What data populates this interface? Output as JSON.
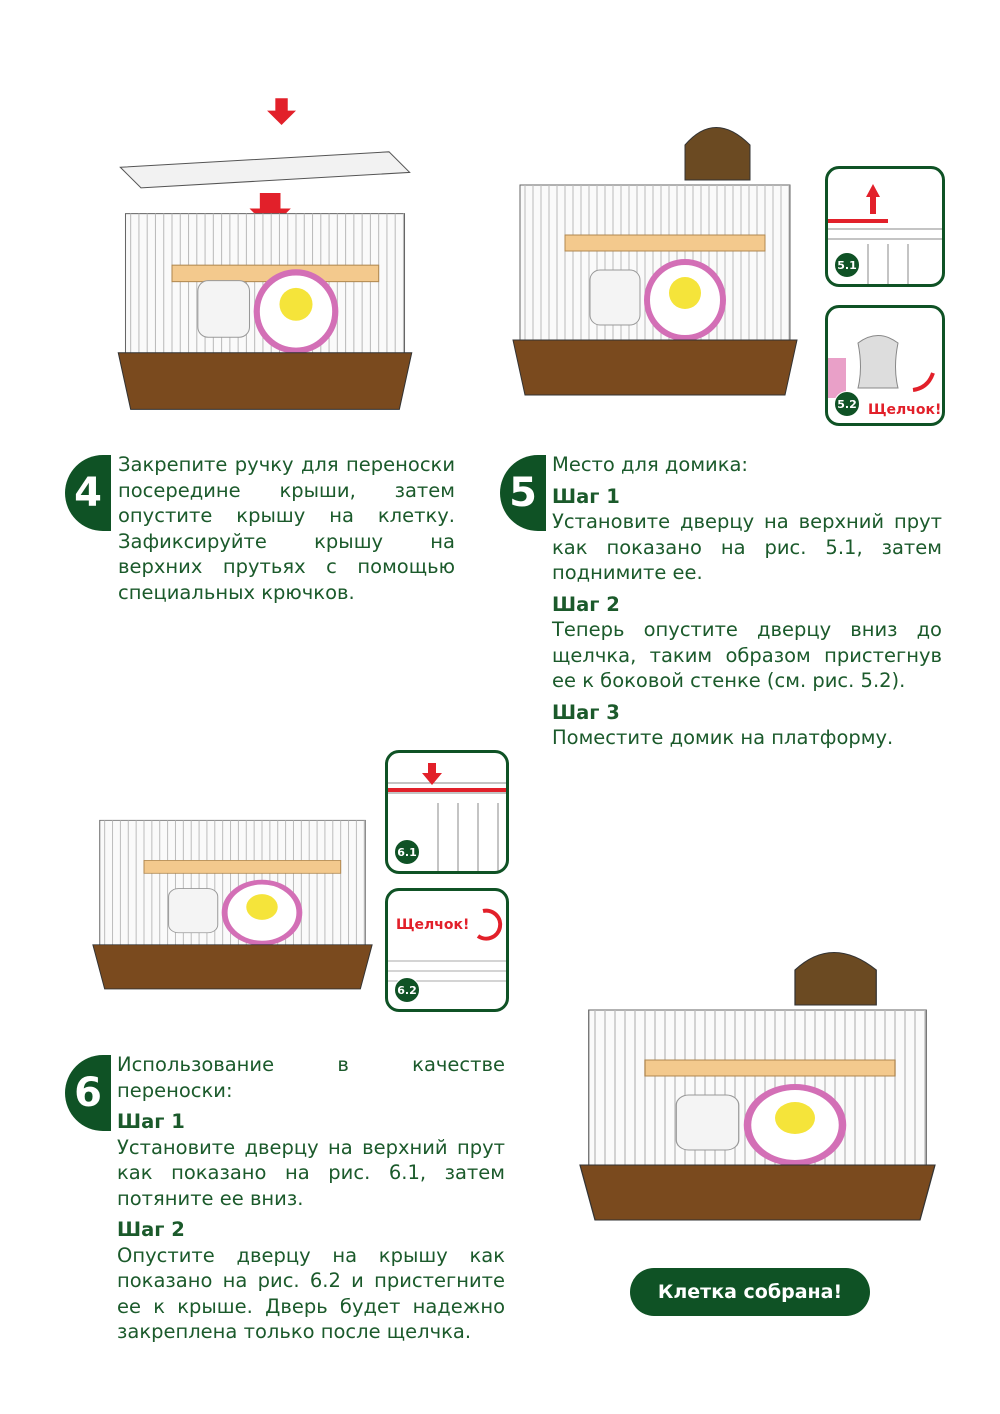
{
  "step4": {
    "number": "4",
    "text": "Закрепите ручку для переноски посередине крыши, затем опустите крышу на клетку. Зафиксируйте крышу на верхних прутьях с помощью специальных крючков."
  },
  "step5": {
    "number": "5",
    "intro": "Место для домика:",
    "steps": [
      {
        "title": "Шаг 1",
        "text": "Установите дверцу на верхний прут как показано на рис. 5.1, затем поднимите ее."
      },
      {
        "title": "Шаг 2",
        "text": "Теперь опустите дверцу вниз до щелчка, таким образом пристегнув ее к боковой стенке (см. рис. 5.2)."
      },
      {
        "title": "Шаг 3",
        "text": "Поместите домик на платформу."
      }
    ],
    "inset1": "5.1",
    "inset2": "5.2",
    "click": "Щелчок!"
  },
  "step6": {
    "number": "6",
    "intro": "Использование в качестве переноски:",
    "steps": [
      {
        "title": "Шаг 1",
        "text": "Установите дверцу на верхний прут как показано на рис. 6.1, затем потяните ее вниз."
      },
      {
        "title": "Шаг 2",
        "text": "Опустите дверцу на крышу как показано на рис. 6.2  и пристегните ее к крыше. Дверь будет надежно закреплена только после щелчка."
      }
    ],
    "inset1": "6.1",
    "inset2": "6.2",
    "click": "Щелчок!"
  },
  "done_label": "Клетка собрана!",
  "colors": {
    "green": "#0f5225",
    "red": "#e2202a",
    "base": "#7a4a1e"
  }
}
